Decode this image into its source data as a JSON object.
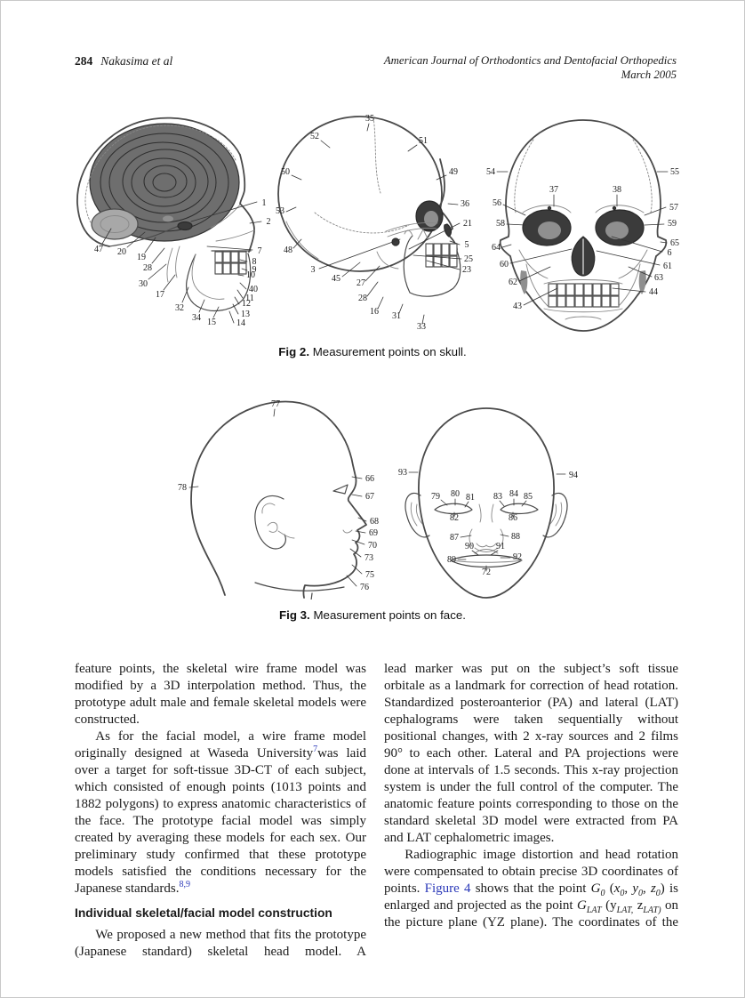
{
  "header": {
    "page_number": "284",
    "authors": "Nakasima et al",
    "journal_line1": "American Journal of Orthodontics and Dentofacial Orthopedics",
    "journal_line2": "March 2005"
  },
  "colors": {
    "link_blue": "#2a38b8",
    "text": "#1a1a1a",
    "page_bg": "#ffffff"
  },
  "figures": {
    "fig2": {
      "caption_label": "Fig 2.",
      "caption_text": "Measurement points on skull.",
      "sagittal_labels": [
        [
          "1",
          224,
          112,
          216,
          108,
          142,
          130
        ],
        [
          "2",
          229,
          133,
          221,
          130,
          208,
          132
        ],
        [
          "47",
          38,
          164,
          42,
          155,
          52,
          138
        ],
        [
          "20",
          64,
          167,
          70,
          159,
          90,
          142
        ],
        [
          "19",
          86,
          173,
          90,
          165,
          102,
          148
        ],
        [
          "28",
          93,
          185,
          98,
          177,
          112,
          160
        ],
        [
          "30",
          88,
          203,
          94,
          195,
          114,
          178
        ],
        [
          "17",
          107,
          215,
          111,
          207,
          124,
          190
        ],
        [
          "32",
          129,
          230,
          132,
          221,
          139,
          204
        ],
        [
          "34",
          148,
          241,
          151,
          232,
          157,
          218
        ],
        [
          "15",
          165,
          246,
          167,
          238,
          173,
          226
        ],
        [
          "7",
          219,
          166,
          211,
          162,
          160,
          158
        ],
        [
          "8",
          213,
          178,
          205,
          175,
          197,
          173
        ],
        [
          "9",
          213,
          187,
          205,
          185,
          199,
          183
        ],
        [
          "10",
          209,
          193,
          201,
          191,
          195,
          190
        ],
        [
          "40",
          212,
          209,
          204,
          206,
          197,
          199
        ],
        [
          "11",
          208,
          219,
          200,
          216,
          194,
          207
        ],
        [
          "12",
          204,
          225,
          196,
          223,
          191,
          215
        ],
        [
          "13",
          203,
          237,
          195,
          234,
          189,
          223
        ],
        [
          "14",
          198,
          247,
          190,
          244,
          185,
          231
        ]
      ],
      "lateral_labels": [
        [
          "35",
          108,
          17,
          107,
          20,
          105,
          28
        ],
        [
          "52",
          46,
          37,
          53,
          39,
          63,
          47
        ],
        [
          "51",
          168,
          42,
          161,
          44,
          151,
          51
        ],
        [
          "50",
          13,
          77,
          20,
          78,
          31,
          83
        ],
        [
          "49",
          202,
          77,
          194,
          78,
          183,
          83
        ],
        [
          "53",
          7,
          121,
          14,
          119,
          25,
          114
        ],
        [
          "36",
          215,
          113,
          207,
          111,
          196,
          110
        ],
        [
          "48",
          16,
          165,
          22,
          160,
          31,
          150
        ],
        [
          "21",
          218,
          135,
          209,
          132,
          152,
          161
        ],
        [
          "5",
          217,
          159,
          209,
          156,
          198,
          152
        ],
        [
          "25",
          219,
          175,
          211,
          172,
          157,
          168
        ],
        [
          "23",
          217,
          187,
          209,
          184,
          172,
          174
        ],
        [
          "3",
          44,
          187,
          51,
          183,
          142,
          150
        ],
        [
          "45",
          70,
          197,
          77,
          192,
          97,
          176
        ],
        [
          "27",
          98,
          202,
          103,
          197,
          119,
          180
        ],
        [
          "28",
          100,
          219,
          105,
          214,
          117,
          198
        ],
        [
          "16",
          113,
          234,
          117,
          228,
          123,
          215
        ],
        [
          "31",
          138,
          239,
          141,
          233,
          145,
          223
        ],
        [
          "33",
          166,
          251,
          167,
          245,
          169,
          235
        ]
      ],
      "frontal_labels": [
        [
          "54",
          14,
          77,
          21,
          74,
          33,
          74
        ],
        [
          "55",
          221,
          77,
          213,
          74,
          201,
          74
        ],
        [
          "37",
          85,
          97,
          85,
          100,
          85,
          113
        ],
        [
          "38",
          156,
          97,
          156,
          100,
          156,
          113
        ],
        [
          "56",
          21,
          112,
          28,
          111,
          53,
          123
        ],
        [
          "57",
          220,
          117,
          211,
          114,
          187,
          123
        ],
        [
          "58",
          25,
          135,
          32,
          133,
          53,
          134
        ],
        [
          "59",
          218,
          135,
          209,
          133,
          187,
          134
        ],
        [
          "64",
          20,
          162,
          27,
          159,
          37,
          156
        ],
        [
          "65",
          221,
          157,
          212,
          154,
          205,
          153
        ],
        [
          "6",
          215,
          168,
          207,
          164,
          150,
          147
        ],
        [
          "60",
          29,
          181,
          36,
          177,
          105,
          161
        ],
        [
          "61",
          213,
          183,
          204,
          179,
          133,
          163
        ],
        [
          "62",
          39,
          201,
          46,
          197,
          81,
          181
        ],
        [
          "63",
          203,
          196,
          195,
          192,
          169,
          181
        ],
        [
          "43",
          44,
          228,
          51,
          224,
          89,
          205
        ],
        [
          "44",
          197,
          212,
          188,
          209,
          151,
          205
        ]
      ]
    },
    "fig3": {
      "caption_label": "Fig 3.",
      "caption_text": "Measurement points on face.",
      "profile_labels": [
        [
          "77",
          121,
          18,
          120,
          21,
          119,
          29
        ],
        [
          "78",
          16,
          112,
          24,
          109,
          34,
          108
        ],
        [
          "66",
          227,
          102,
          218,
          99,
          207,
          97
        ],
        [
          "67",
          227,
          122,
          218,
          119,
          207,
          117
        ],
        [
          "68",
          232,
          150,
          223,
          147,
          214,
          143
        ],
        [
          "69",
          231,
          163,
          222,
          160,
          211,
          158
        ],
        [
          "70",
          230,
          177,
          221,
          173,
          207,
          168
        ],
        [
          "73",
          226,
          191,
          217,
          187,
          205,
          178
        ],
        [
          "75",
          227,
          210,
          218,
          206,
          207,
          196
        ],
        [
          "76",
          221,
          224,
          212,
          220,
          201,
          208
        ]
      ],
      "frontal_labels": [
        [
          "93",
          14,
          95,
          21,
          92,
          31,
          92
        ],
        [
          "94",
          206,
          98,
          197,
          94,
          187,
          94
        ],
        [
          "79",
          51,
          122,
          57,
          123,
          64,
          129
        ],
        [
          "80",
          73,
          119,
          73,
          122,
          73,
          129
        ],
        [
          "81",
          90,
          123,
          88,
          125,
          84,
          131
        ],
        [
          "82",
          72,
          146,
          72,
          142,
          72,
          137
        ],
        [
          "83",
          121,
          122,
          123,
          124,
          128,
          130
        ],
        [
          "84",
          139,
          119,
          139,
          122,
          139,
          129
        ],
        [
          "85",
          155,
          122,
          153,
          124,
          148,
          130
        ],
        [
          "86",
          138,
          146,
          138,
          142,
          138,
          137
        ],
        [
          "87",
          72,
          168,
          79,
          165,
          91,
          163
        ],
        [
          "88",
          141,
          167,
          133,
          164,
          124,
          162
        ],
        [
          "90",
          89,
          178,
          92,
          180,
          99,
          185
        ],
        [
          "91",
          124,
          178,
          121,
          180,
          113,
          185
        ],
        [
          "89",
          69,
          193,
          76,
          190,
          85,
          190
        ],
        [
          "92",
          143,
          190,
          135,
          188,
          124,
          188
        ],
        [
          "72",
          108,
          207,
          108,
          203,
          108,
          197
        ]
      ]
    }
  },
  "body": {
    "left": [
      {
        "type": "p",
        "indent": false,
        "just_last": false,
        "segs": [
          [
            "p",
            "feature points, the skeletal wire frame model was modified by a 3D interpolation method. Thus, the prototype adult male and female skeletal models were constructed."
          ]
        ]
      },
      {
        "type": "p",
        "indent": true,
        "just_last": false,
        "segs": [
          [
            "p",
            "As for the facial model, a wire frame model originally designed at Waseda University"
          ],
          [
            "sl",
            "7"
          ],
          [
            "p",
            "was laid over a target for soft-tissue 3D-CT of each subject, which consisted of enough points (1013 points and 1882 polygons) to express anatomic characteristics of the face. The prototype facial model was simply created by averaging these models for each sex. Our preliminary study confirmed that these prototype models satisfied the conditions necessary for the Japanese standards."
          ],
          [
            "sl",
            "8,9"
          ]
        ]
      },
      {
        "type": "h",
        "text": "Individual skeletal/facial model construction"
      },
      {
        "type": "p",
        "indent": true,
        "just_last": true,
        "segs": [
          [
            "p",
            "We proposed a new method that fits the prototype (Japanese standard) skeletal head model. A"
          ]
        ]
      }
    ],
    "right": [
      {
        "type": "p",
        "indent": false,
        "just_last": false,
        "segs": [
          [
            "p",
            "lead marker was put on the subject’s soft tissue orbitale as a landmark for correction of head rotation. Standardized posteroanterior (PA) and lateral (LAT) cephalograms were taken sequentially without positional changes, with 2 x-ray sources and 2 films 90° to each other. Lateral and PA projections were done at intervals of 1.5 seconds. This x-ray projection system is under the full control of the computer. The anatomic feature points corresponding to those on the standard skeletal 3D model were extracted from PA and LAT cephalometric images."
          ]
        ]
      },
      {
        "type": "p",
        "indent": true,
        "just_last": true,
        "segs": [
          [
            "p",
            "Radiographic image distortion and head rotation were compensated to obtain precise 3D coordinates of points. "
          ],
          [
            "l",
            "Figure 4"
          ],
          [
            "p",
            " shows that the point "
          ],
          [
            "i",
            "G"
          ],
          [
            "isub",
            "0"
          ],
          [
            "p",
            " ("
          ],
          [
            "i",
            "x"
          ],
          [
            "isub",
            "0"
          ],
          [
            "p",
            ", "
          ],
          [
            "i",
            "y"
          ],
          [
            "isub",
            "0"
          ],
          [
            "p",
            ", "
          ],
          [
            "i",
            "z"
          ],
          [
            "isub",
            "0"
          ],
          [
            "p",
            ") is enlarged and projected as the point "
          ],
          [
            "i",
            "G"
          ],
          [
            "isub",
            "LAT"
          ],
          [
            "p",
            " (y"
          ],
          [
            "isub",
            "LAT,"
          ],
          [
            "p",
            " z"
          ],
          [
            "isub",
            "LAT)"
          ],
          [
            "p",
            " on the picture plane (YZ plane). The coordinates of the"
          ]
        ]
      }
    ]
  }
}
